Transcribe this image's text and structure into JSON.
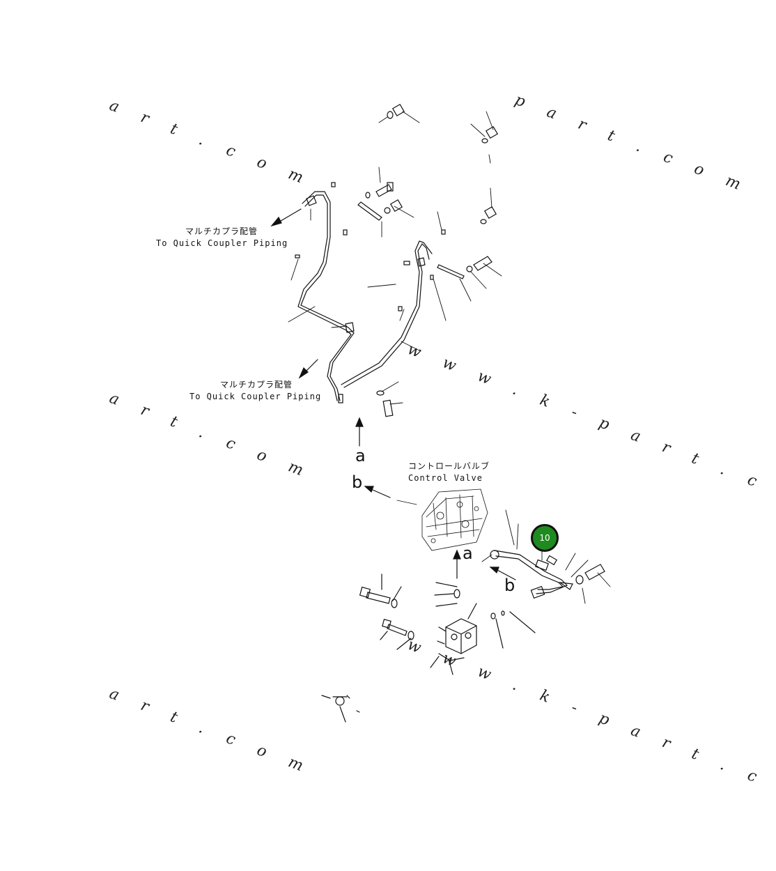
{
  "watermarks": [
    "a r t . c o m",
    "p a r t . c o m",
    "a r t . c o m",
    "w w w . k - p a r t . c o m",
    "a r t . c o m",
    "w w w . k - p a r t . c o m"
  ],
  "notes": {
    "coupler_top_jp": "マルチカプラ配管",
    "coupler_top_en": "To Quick Coupler Piping",
    "coupler_mid_jp": "マルチカプラ配管",
    "coupler_mid_en": "To Quick Coupler Piping",
    "valve_jp": "コントロールバルブ",
    "valve_en": "Control Valve"
  },
  "view_letters": {
    "a_upper": "a",
    "b_upper": "b",
    "a_lower": "a",
    "b_lower": "b"
  },
  "callout": {
    "number": "10",
    "color": "#1f8a1f"
  }
}
